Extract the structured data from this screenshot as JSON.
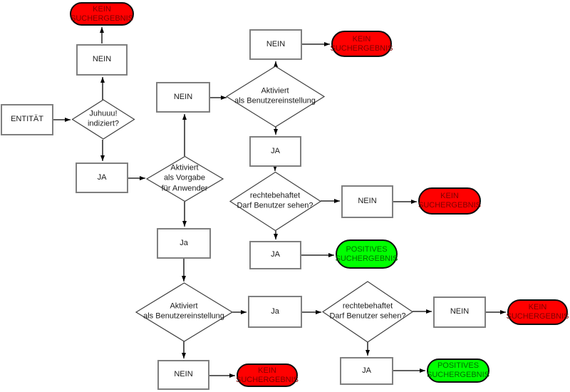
{
  "diagram": {
    "language": "de",
    "nodes": {
      "entity": "ENTITÄT",
      "decision_indexed": "Juhuuu!\nindiziert?",
      "nein_indexed": "NEIN",
      "end_no_result_1": "KEIN\nSUCHERGEBNIS",
      "ja_indexed": "JA",
      "decision_default_for_users": "Aktiviert\nals Vorgabe\nfür Anwender",
      "nein_default": "NEIN",
      "decision_user_setting_top": "Aktiviert\nals Benutzereinstellung",
      "nein_user_setting_top": "NEIN",
      "end_no_result_2": "KEIN\nSUCHERGEBNIS",
      "ja_user_setting_top": "JA",
      "decision_rights_top": "rechtebehaftet\nDarf Benutzer sehen?",
      "nein_rights_top": "NEIN",
      "end_no_result_3": "KEIN\nSUCHERGEBNIS",
      "ja_rights_top": "JA",
      "end_positive_1": "POSITIVES\nSUCHERGEBNIS",
      "ja_default": "Ja",
      "decision_user_setting_bottom": "Aktiviert\nals Benutzereinstellung",
      "ja_user_setting_bottom": "Ja",
      "decision_rights_bottom": "rechtebehaftet\nDarf Benutzer sehen?",
      "nein_rights_bottom": "NEIN",
      "end_no_result_4": "KEIN\nSUCHERGEBNIS",
      "ja_rights_bottom": "JA",
      "end_positive_2": "POSITIVES\nSUCHERGEBNIS",
      "nein_user_setting_bottom": "NEIN",
      "end_no_result_5": "KEIN\nSUCHERGEBNIS"
    },
    "colors": {
      "negative_fill": "#ff0000",
      "negative_text": "#7f0000",
      "positive_fill": "#00ff00",
      "positive_text": "#007000",
      "box_border": "#7f7f7f",
      "line": "#000000",
      "background": "#ffffff"
    }
  }
}
